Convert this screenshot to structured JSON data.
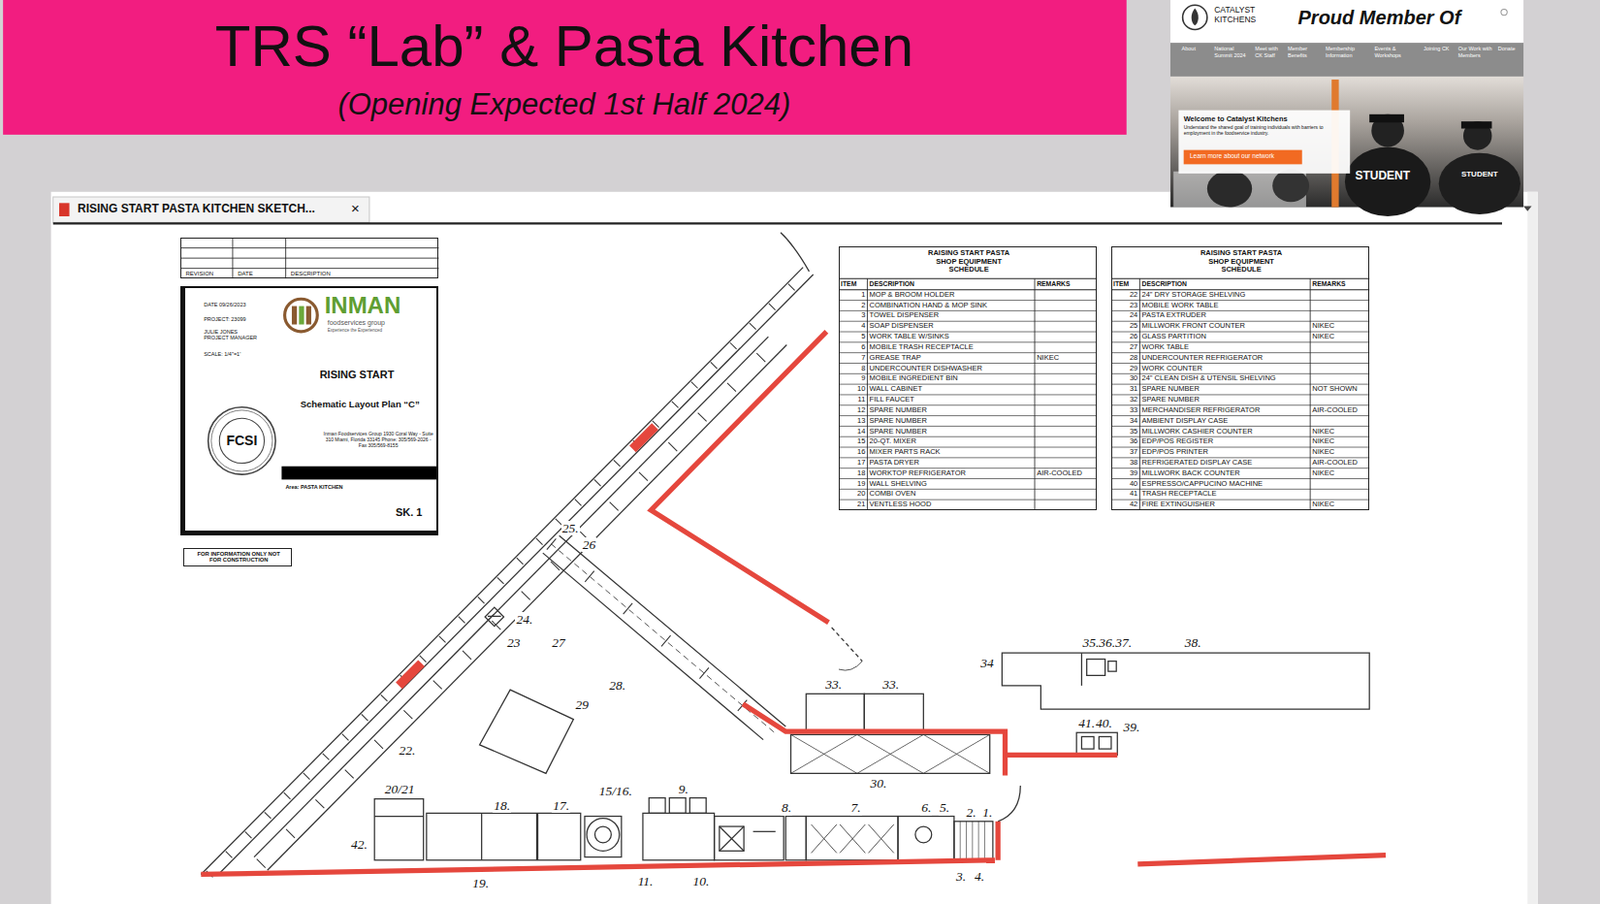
{
  "diagram": {
    "title": "TRS “Lab” & Pasta Kitchen",
    "caption": "(Opening Expected 1st Half 2024)",
    "nodes": [
      {
        "text": [
          "RISING START PASTA KITCHEN SKETCH..."
        ]
      },
      {
        "text": [
          "REVISION",
          "DATE",
          "DESCRIPTION"
        ]
      },
      {
        "text": [
          "DATE 09/26/2023",
          "PROJECT: 23099",
          "JULIE JONES PROJECT MANAGER",
          "SCALE: 1/4\"=1'",
          "RISING START",
          "Schematic Layout Plan “C”",
          "Inman Foodservices Group 1930 Coral Way - Suite 310 Miami, Florida 33145 Phone: 305/569-2026 - Fax 305/569-8155",
          "Area: PASTA KITCHEN",
          "SK. 1"
        ]
      },
      {
        "text": [
          "FOR INFORMATION ONLY NOT FOR CONSTRUCTION"
        ]
      },
      {
        "text": [
          "RAISING START PASTA SHOP EQUIPMENT SCHEDULE"
        ]
      },
      {
        "text": [
          "RAISING START PASTA SHOP EQUIPMENT SCHEDULE"
        ]
      }
    ],
    "labels": [
      "CATALYST KITCHENS",
      "Proud Member Of",
      "About",
      "National Summit 2024",
      "Meet with CK Staff",
      "Member Benefits",
      "Membership Information",
      "Events & Workshops",
      "Joining CK",
      "Our Work with Members",
      "Donate",
      "Welcome to Catalyst Kitchens",
      "Understand the shared goal of training individuals with barriers to employment in the foodservice industry.",
      "Learn more about our network",
      "STUDENT",
      "STUDENT",
      "×",
      "INMAN",
      "foodservices group",
      "Experience the Experienced",
      "FCSI",
      "ITEM",
      "DESCRIPTION",
      "REMARKS",
      "1",
      "MOP & BROOM HOLDER",
      "2",
      "COMBINATION HAND & MOP SINK",
      "3",
      "TOWEL DISPENSER",
      "4",
      "SOAP DISPENSER",
      "5",
      "WORK TABLE W/SINKS",
      "6",
      "MOBILE TRASH RECEPTACLE",
      "7",
      "GREASE TRAP",
      "NIKEC",
      "8",
      "UNDERCOUNTER DISHWASHER",
      "9",
      "MOBILE INGREDIENT BIN",
      "10",
      "WALL CABINET",
      "11",
      "FILL FAUCET",
      "12",
      "SPARE NUMBER",
      "13",
      "SPARE NUMBER",
      "14",
      "SPARE NUMBER",
      "15",
      "20-QT. MIXER",
      "16",
      "MIXER PARTS RACK",
      "17",
      "PASTA DRYER",
      "18",
      "WORKTOP REFRIGERATOR",
      "AIR-COOLED",
      "19",
      "WALL SHELVING",
      "20",
      "COMBI OVEN",
      "21",
      "VENTLESS HOOD",
      "ITEM",
      "DESCRIPTION",
      "REMARKS",
      "22",
      "24\" DRY STORAGE SHELVING",
      "23",
      "MOBILE WORK TABLE",
      "24",
      "PASTA EXTRUDER",
      "25",
      "MILLWORK FRONT COUNTER",
      "NIKEC",
      "26",
      "GLASS PARTITION",
      "NIKEC",
      "27",
      "WORK TABLE",
      "28",
      "UNDERCOUNTER REFRIGERATOR",
      "29",
      "WORK COUNTER",
      "30",
      "24\" CLEAN DISH & UTENSIL SHELVING",
      "31",
      "SPARE NUMBER",
      "NOT SHOWN",
      "32",
      "SPARE NUMBER",
      "33",
      "MERCHANDISER REFRIGERATOR",
      "AIR-COOLED",
      "34",
      "AMBIENT DISPLAY CASE",
      "35",
      "MILLWORK CASHIER COUNTER",
      "NIKEC",
      "36",
      "EDP/POS REGISTER",
      "NIKEC",
      "37",
      "EDP/POS PRINTER",
      "NIKEC",
      "38",
      "REFRIGERATED DISPLAY CASE",
      "AIR-COOLED",
      "39",
      "MILLWORK BACK COUNTER",
      "NIKEC",
      "40",
      "ESPRESSO/CAPPUCINO MACHINE",
      "41",
      "TRASH RECEPTACLE",
      "42",
      "FIRE EXTINGUISHER",
      "NIKEC",
      "25.",
      "26",
      "35.36.37.",
      "38.",
      "24.",
      "27",
      "23",
      "34",
      "28.",
      "33.",
      "33.",
      "29",
      "41.",
      "40.",
      "39.",
      "22.",
      "30.",
      "20/21",
      "15/16.",
      "9.",
      "18.",
      "17.",
      "8.",
      "7.",
      "6.",
      "5.",
      "2.",
      "1.",
      "42.",
      "19.",
      "11.",
      "10.",
      "3.",
      "4."
    ]
  }
}
